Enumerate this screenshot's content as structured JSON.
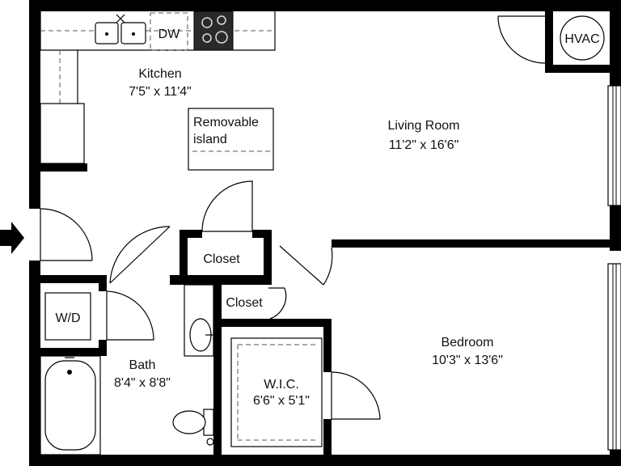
{
  "rooms": {
    "kitchen": {
      "name": "Kitchen",
      "size": "7'5\" x 11'4\""
    },
    "living_room": {
      "name": "Living Room",
      "size": "11'2\" x 16'6\""
    },
    "bedroom": {
      "name": "Bedroom",
      "size": "10'3\" x 13'6\""
    },
    "bath": {
      "name": "Bath",
      "size": "8'4\" x 8'8\""
    },
    "wic": {
      "name": "W.I.C.",
      "size": "6'6\" x 5'1\""
    },
    "closet_1": {
      "name": "Closet"
    },
    "closet_2": {
      "name": "Closet"
    }
  },
  "fixtures": {
    "dishwasher": "DW",
    "hvac": "HVAC",
    "washer_dryer": "W/D",
    "island_line1": "Removable",
    "island_line2": "island"
  }
}
